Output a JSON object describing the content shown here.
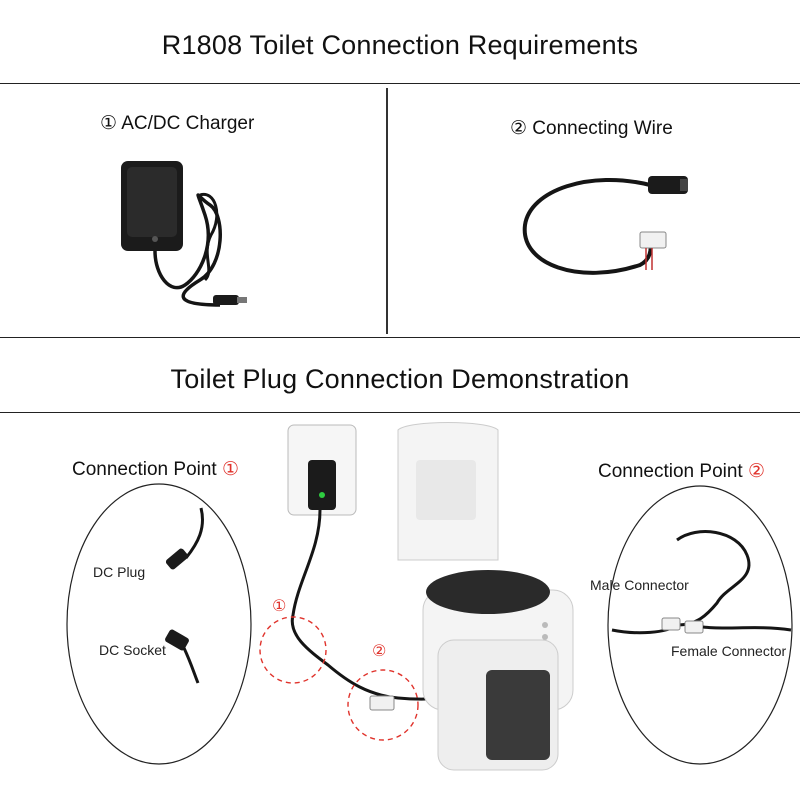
{
  "top": {
    "title": "R1808 Toilet Connection Requirements"
  },
  "items": [
    {
      "label": "① AC/DC Charger",
      "icon": "ac-dc-charger-image"
    },
    {
      "label": "② Connecting Wire",
      "icon": "connecting-wire-image"
    }
  ],
  "demo": {
    "title": "Toilet Plug Connection Demonstration",
    "point1": {
      "label": "Connection Point ",
      "num": "①",
      "dc_plug": "DC Plug",
      "dc_socket": "DC Socket"
    },
    "point2": {
      "label": "Connection Point ",
      "num": "②",
      "male": "Male Connector",
      "female": "Female Connector"
    },
    "callouts": [
      "①",
      "②"
    ]
  },
  "colors": {
    "accent": "#e0332c",
    "line": "#222222"
  }
}
